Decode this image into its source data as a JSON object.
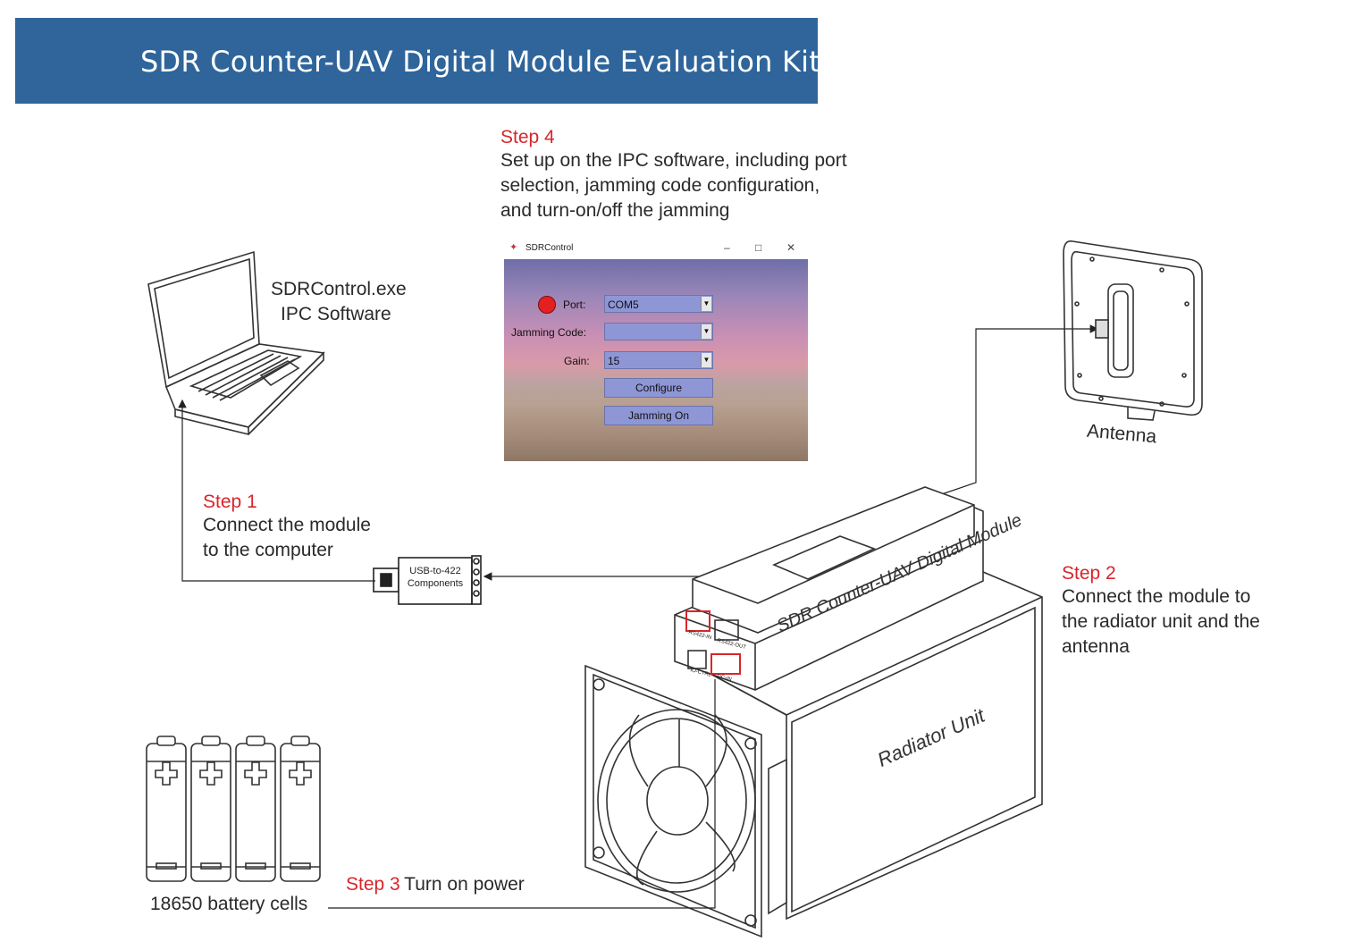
{
  "banner": {
    "title": "SDR Counter-UAV Digital Module Evaluation Kit",
    "color": "#2f659b"
  },
  "steps": {
    "step1": {
      "title": "Step 1",
      "lines": [
        "Connect the module",
        "to the computer"
      ]
    },
    "step2": {
      "title": "Step 2",
      "lines": [
        "Connect the module to",
        "the radiator unit and the",
        "antenna"
      ]
    },
    "step3": {
      "title": "Step 3",
      "text": "Turn on power"
    },
    "step4": {
      "title": "Step 4",
      "lines": [
        "Set up on the IPC software, including port",
        "selection, jamming code configuration,",
        "and turn-on/off the jamming"
      ]
    }
  },
  "laptop": {
    "line1": "SDRControl.exe",
    "line2": "IPC Software"
  },
  "antenna": {
    "label": "Antenna"
  },
  "battery": {
    "label": "18650 battery cells"
  },
  "usb": {
    "line1": "USB-to-422",
    "line2": "Components"
  },
  "module": {
    "label": "SDR Counter-UAV Digital Module"
  },
  "radiator": {
    "label": "Radiator Unit"
  },
  "ports": [
    "RS422-IN",
    "RS422-OUT",
    "IO-CTRL",
    "DC-IN"
  ],
  "window": {
    "title": "SDRControl",
    "controls": {
      "minimize": "–",
      "maximize": "□",
      "close": "✕"
    },
    "port_label": "Port:",
    "port_value": "COM5",
    "jamming_code_label": "Jamming Code:",
    "jamming_code_value": "",
    "gain_label": "Gain:",
    "gain_value": "15",
    "configure_button": "Configure",
    "jamming_button": "Jamming On",
    "led_color": "#e52020"
  },
  "accent_red": "#d8262b"
}
